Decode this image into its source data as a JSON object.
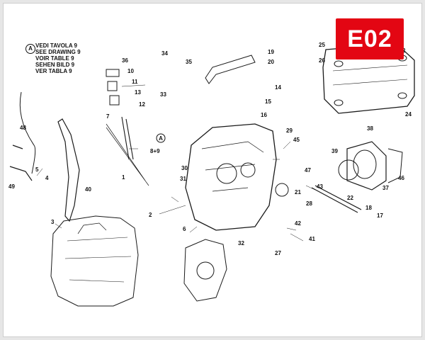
{
  "diagram": {
    "code": "E02",
    "accent_color": "#e30613",
    "note_marker": "A",
    "note_lines": [
      "VEDI TAVOLA 9",
      "SEE DRAWING 9",
      "VOIR TABLE 9",
      "SEHEN BILD 9",
      "VER TABLA 9"
    ],
    "callouts": [
      "36",
      "10",
      "11",
      "13",
      "12",
      "7",
      "34",
      "35",
      "33",
      "8+9",
      "1",
      "2",
      "30",
      "31",
      "6",
      "32",
      "27",
      "19",
      "20",
      "14",
      "15",
      "16",
      "29",
      "45",
      "47",
      "43",
      "21",
      "28",
      "22",
      "42",
      "41",
      "3",
      "48",
      "49",
      "5",
      "4",
      "40",
      "25",
      "26",
      "2",
      "24",
      "38",
      "39",
      "37",
      "46",
      "18",
      "17",
      "A"
    ]
  }
}
